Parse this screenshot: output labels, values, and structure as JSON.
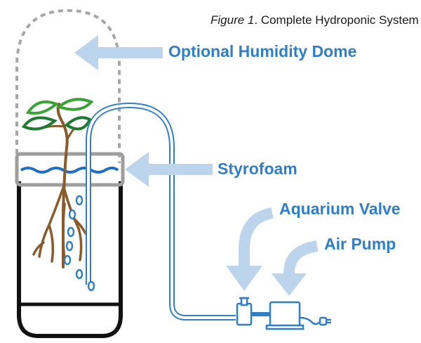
{
  "caption": {
    "figure_number": "Figure 1",
    "title": ". Complete Hydroponic System"
  },
  "labels": {
    "dome": "Optional Humidity Dome",
    "styrofoam": "Styrofoam",
    "valve": "Aquarium Valve",
    "pump": "Air Pump"
  },
  "colors": {
    "label_blue": "#2f7fc8",
    "arrow_blue": "#bcd5ec",
    "tube_blue": "#2f7fc8",
    "water_blue": "#1f6fc5",
    "bubble_blue": "#2f7fc8",
    "dome_gray": "#a6a6a6",
    "styrofoam_gray": "#9e9e9e",
    "container_black": "#111111",
    "leaf_green": "#3aa335",
    "leaf_dark_green": "#1d7a2e",
    "stem_brown": "#8b5a2b"
  }
}
